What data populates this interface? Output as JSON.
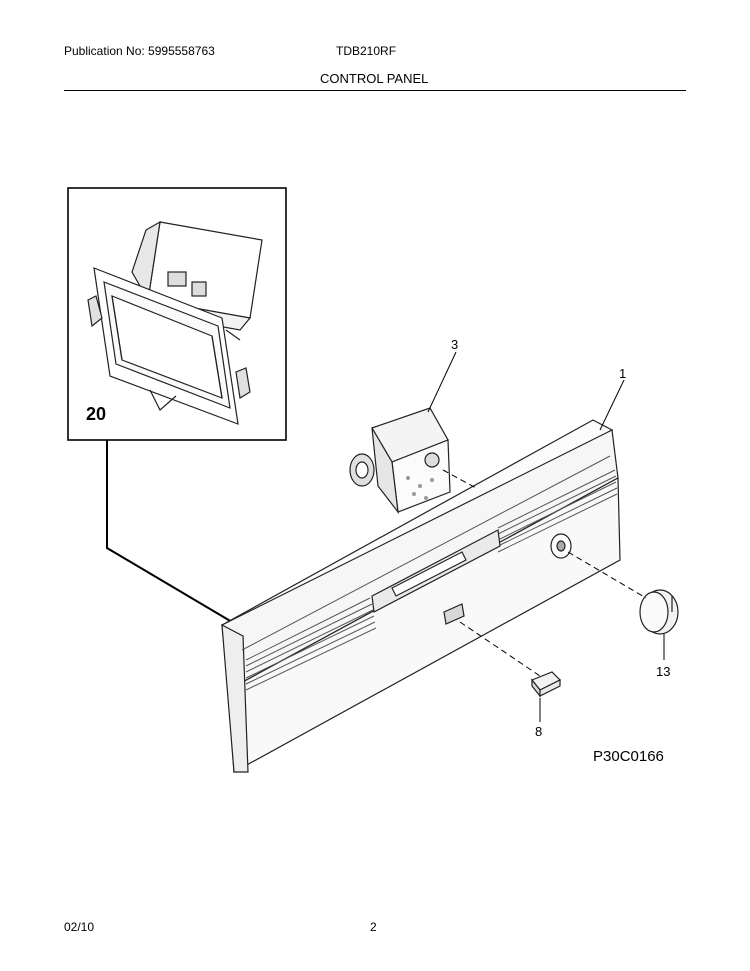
{
  "header": {
    "publication": "Publication No: 5995558763",
    "model": "TDB210RF",
    "section_title": "CONTROL PANEL"
  },
  "diagram": {
    "inset_number": "20",
    "callouts": {
      "control_panel": "1",
      "timer": "3",
      "switch": "8",
      "knob": "13"
    },
    "drawing_code": "P30C0166"
  },
  "footer": {
    "date": "02/10",
    "page": "2"
  }
}
